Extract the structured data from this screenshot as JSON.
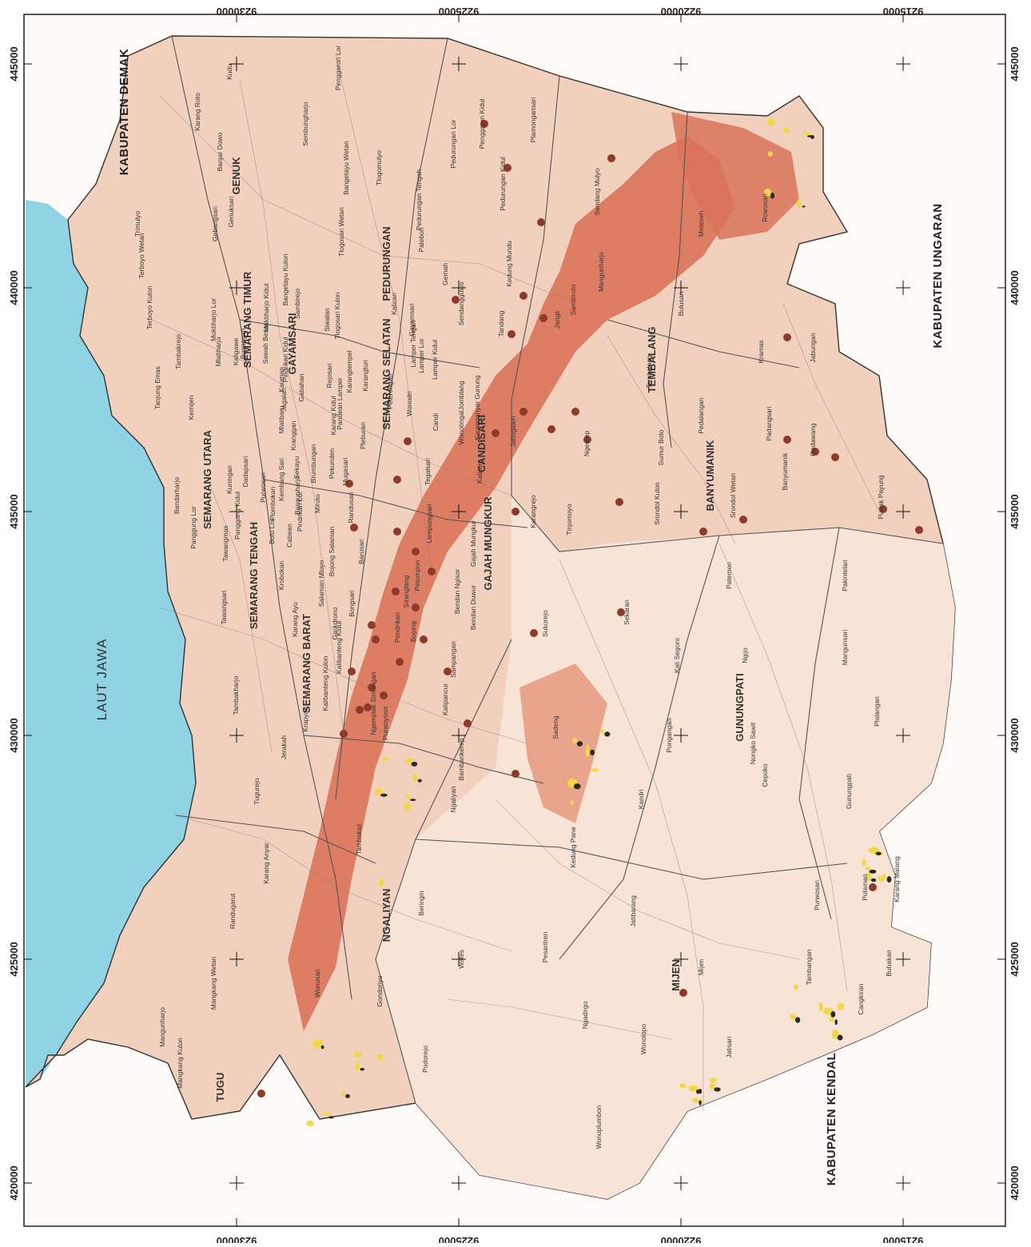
{
  "colors": {
    "sea": "#8fd3e4",
    "land": "#f1d0bd",
    "land_light": "#f8e4d7",
    "hazard_high": "#d9735a",
    "hazard_medium": "#e8a58b",
    "yellow": "#f0d84a",
    "dark": "#2a2a1e",
    "point": "#8e3a2a",
    "boundary": "#555555"
  },
  "sea_label": "LAUT JAWA",
  "regencies": {
    "demak": "KABUPATEN DEMAK",
    "ungaran": "KABUPATEN UNGARAN",
    "kendal": "KABUPATEN KENDAL"
  },
  "coords": {
    "easting": [
      "420000",
      "425000",
      "430000",
      "435000",
      "440000",
      "445000"
    ],
    "northing": [
      "9230000",
      "9225000",
      "9220000",
      "9215000"
    ]
  },
  "districts": [
    "TUGU",
    "NGALIYAN",
    "MIJEN",
    "SEMARANG BARAT",
    "SEMARANG UTARA",
    "SEMARANG TENGAH",
    "SEMARANG TIMUR",
    "GAYAMSARI",
    "GENUK",
    "PEDURUNGAN",
    "SEMARANG SELATAN",
    "CANDISARI",
    "GAJAH MUNGKUR",
    "TEMBALANG",
    "BANYUMANIK",
    "GUNUNGPATI"
  ],
  "villages": [
    "Mangkang Kulon",
    "Mangunharjo",
    "Mangkang Wetan",
    "Randugarut",
    "Karang Anyar",
    "Tugurejo",
    "Jerakah",
    "Tambakharjo",
    "Tawangsari",
    "Tawangmas",
    "Krapyak",
    "Kalibanteng Kulon",
    "Kalibanteng Kidul",
    "Gisikdrono",
    "Bongsari",
    "Salaman Mloyo",
    "Karang Ayu",
    "Krobokan",
    "Bulu Lor",
    "Panggung Lor",
    "Panggung Kidul",
    "Kuningan",
    "Bandarharjo",
    "Dadapsari",
    "Purwosari",
    "Plombokan",
    "Tanjung Emas",
    "Kemijen",
    "Tambakrejo",
    "Terboyo Kulon",
    "Terboyo Wetan",
    "Trimulyo",
    "Karang Roto",
    "Kudu",
    "Banjar Dowo",
    "Gebangsari",
    "Genuksari",
    "Muktiharjo Lor",
    "Muktiharjo Kidul",
    "Kaligawe",
    "Sawah Besar",
    "Bangetayu Kulon",
    "Bangetayu Wetan",
    "Sembungharjo",
    "Penggaron Lor",
    "Tlogomulyo",
    "Tlogosari Wetan",
    "Tlogosari Kulon",
    "Siwalan",
    "Sambirejo",
    "Pedurungan Lor",
    "Pedurungan Tengah",
    "Pedurungan Kidul",
    "Palebon",
    "Kalicari",
    "Gayamsari",
    "Gemah",
    "Penggaron Kidul",
    "Plamongansari",
    "Pleburan",
    "Wonodri",
    "Peterongan",
    "Lamper Lor",
    "Lamper Kidul",
    "Lamper Tengah",
    "Jomblang",
    "Karanganyar Gunung",
    "Jatingaleh",
    "Kaliwiru",
    "Wonotingal",
    "Candi",
    "Tegalsari",
    "Karangrejo",
    "Petompon",
    "Bendan Ngisor",
    "Bendan Duwur",
    "Gajah Mungkur",
    "Sampangan",
    "Lempongsari",
    "Kalipancur",
    "Purwoyoso",
    "Bambankerep",
    "Ngaliyan",
    "Tambakaji",
    "Wonosari",
    "Gondoriyo",
    "Podorejo",
    "Beringin",
    "Wates",
    "Ngadirgo",
    "Wonolopo",
    "Wonoplumbon",
    "Jatibarang",
    "Kedung Pane",
    "Pesantren",
    "Mijen",
    "Jatisari",
    "Tambangan",
    "Cangkiran",
    "Bubakan",
    "Karang Malang",
    "Polaman",
    "Purwosari",
    "Cepoko",
    "Kandri",
    "Gunungpati",
    "Plalangan",
    "Mangunsari",
    "Nongko Sawit",
    "Ngijo",
    "Kali Segoro",
    "Pongangan",
    "Sadeng",
    "Sukorejo",
    "Sekaran",
    "Patemon",
    "Pakintelan",
    "Ngesrep",
    "Tinjomoyo",
    "Srondol Kulon",
    "Srondol Wetan",
    "Sumur Boto",
    "Pedalangan",
    "Padangsari",
    "Banyumanik",
    "Gedawang",
    "Pudak Payung",
    "Jabungan",
    "Kramas",
    "Bulusan",
    "Tembalang",
    "Meteseh",
    "Rowosari",
    "Sendang Mulyo",
    "Mangunharjo",
    "Sambiroto",
    "Jangli",
    "Tandang",
    "Sendangguwo",
    "Kedung Mundu",
    "Pekunden",
    "Miroto",
    "Brumbungan",
    "Karang Kidul",
    "Mugasari",
    "Randusari",
    "Barusari",
    "Bojong Salaman",
    "Cabean",
    "Gabahan",
    "Kranggan",
    "Jagalan",
    "Sekayu",
    "Kembang Sari",
    "Bangunharjo",
    "Pindrikan Lor",
    "Pindrikan Kidul",
    "Kauman",
    "Bugangan",
    "Mlatiharjo",
    "Mlatibaru",
    "Rejosari",
    "Karangtempel",
    "Karangturi",
    "Pandean Lamper",
    "Siranglang",
    "Bojong",
    "Pendrikan",
    "Ngemplak Simongan",
    "Manyaran",
    "Krapyak"
  ]
}
